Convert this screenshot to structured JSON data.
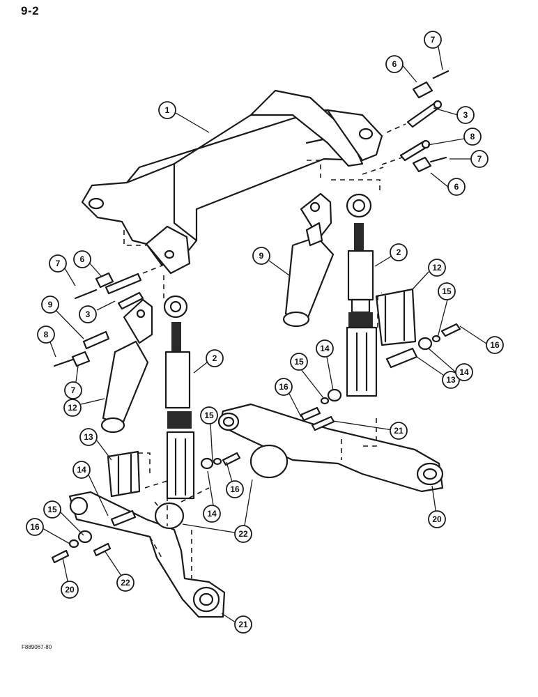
{
  "page": {
    "number": "9-2",
    "figure_code": "F889067-80"
  },
  "callouts": [
    {
      "label": "1"
    },
    {
      "label": "2"
    },
    {
      "label": "2"
    },
    {
      "label": "3"
    },
    {
      "label": "3"
    },
    {
      "label": "6"
    },
    {
      "label": "6"
    },
    {
      "label": "6"
    },
    {
      "label": "7"
    },
    {
      "label": "7"
    },
    {
      "label": "7"
    },
    {
      "label": "7"
    },
    {
      "label": "8"
    },
    {
      "label": "8"
    },
    {
      "label": "9"
    },
    {
      "label": "9"
    },
    {
      "label": "12"
    },
    {
      "label": "12"
    },
    {
      "label": "13"
    },
    {
      "label": "13"
    },
    {
      "label": "14"
    },
    {
      "label": "14"
    },
    {
      "label": "14"
    },
    {
      "label": "14"
    },
    {
      "label": "15"
    },
    {
      "label": "15"
    },
    {
      "label": "15"
    },
    {
      "label": "15"
    },
    {
      "label": "16"
    },
    {
      "label": "16"
    },
    {
      "label": "16"
    },
    {
      "label": "16"
    },
    {
      "label": "20"
    },
    {
      "label": "20"
    },
    {
      "label": "21"
    },
    {
      "label": "21"
    },
    {
      "label": "22"
    }
  ]
}
